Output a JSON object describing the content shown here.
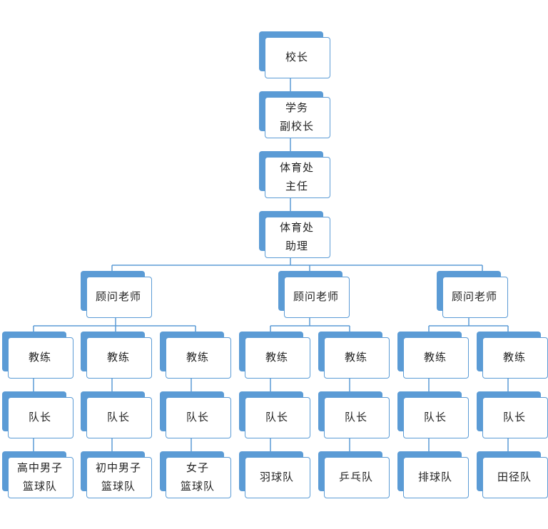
{
  "nodes": {
    "principal": {
      "lines": [
        "校长"
      ]
    },
    "vp": {
      "lines": [
        "学务",
        "副校长"
      ]
    },
    "pe_director": {
      "lines": [
        "体育处",
        "主任"
      ]
    },
    "pe_assistant": {
      "lines": [
        "体育处",
        "助理"
      ]
    },
    "advisor_1": {
      "lines": [
        "顾问老师"
      ]
    },
    "advisor_2": {
      "lines": [
        "顾问老师"
      ]
    },
    "advisor_3": {
      "lines": [
        "顾问老师"
      ]
    },
    "coach_1": {
      "lines": [
        "教练"
      ]
    },
    "coach_2": {
      "lines": [
        "教练"
      ]
    },
    "coach_3": {
      "lines": [
        "教练"
      ]
    },
    "coach_4": {
      "lines": [
        "教练"
      ]
    },
    "coach_5": {
      "lines": [
        "教练"
      ]
    },
    "coach_6": {
      "lines": [
        "教练"
      ]
    },
    "coach_7": {
      "lines": [
        "教练"
      ]
    },
    "captain_1": {
      "lines": [
        "队长"
      ]
    },
    "captain_2": {
      "lines": [
        "队长"
      ]
    },
    "captain_3": {
      "lines": [
        "队长"
      ]
    },
    "captain_4": {
      "lines": [
        "队长"
      ]
    },
    "captain_5": {
      "lines": [
        "队长"
      ]
    },
    "captain_6": {
      "lines": [
        "队长"
      ]
    },
    "captain_7": {
      "lines": [
        "队长"
      ]
    },
    "team_1": {
      "lines": [
        "高中男子",
        "篮球队"
      ]
    },
    "team_2": {
      "lines": [
        "初中男子",
        "篮球队"
      ]
    },
    "team_3": {
      "lines": [
        "女子",
        "篮球队"
      ]
    },
    "team_4": {
      "lines": [
        "羽球队"
      ]
    },
    "team_5": {
      "lines": [
        "乒乓队"
      ]
    },
    "team_6": {
      "lines": [
        "排球队"
      ]
    },
    "team_7": {
      "lines": [
        "田径队"
      ]
    }
  },
  "colors": {
    "box_fill": "#5b9bd5",
    "box_border": "#5b9bd5",
    "connector": "#5b9bd5",
    "text": "#222222"
  }
}
